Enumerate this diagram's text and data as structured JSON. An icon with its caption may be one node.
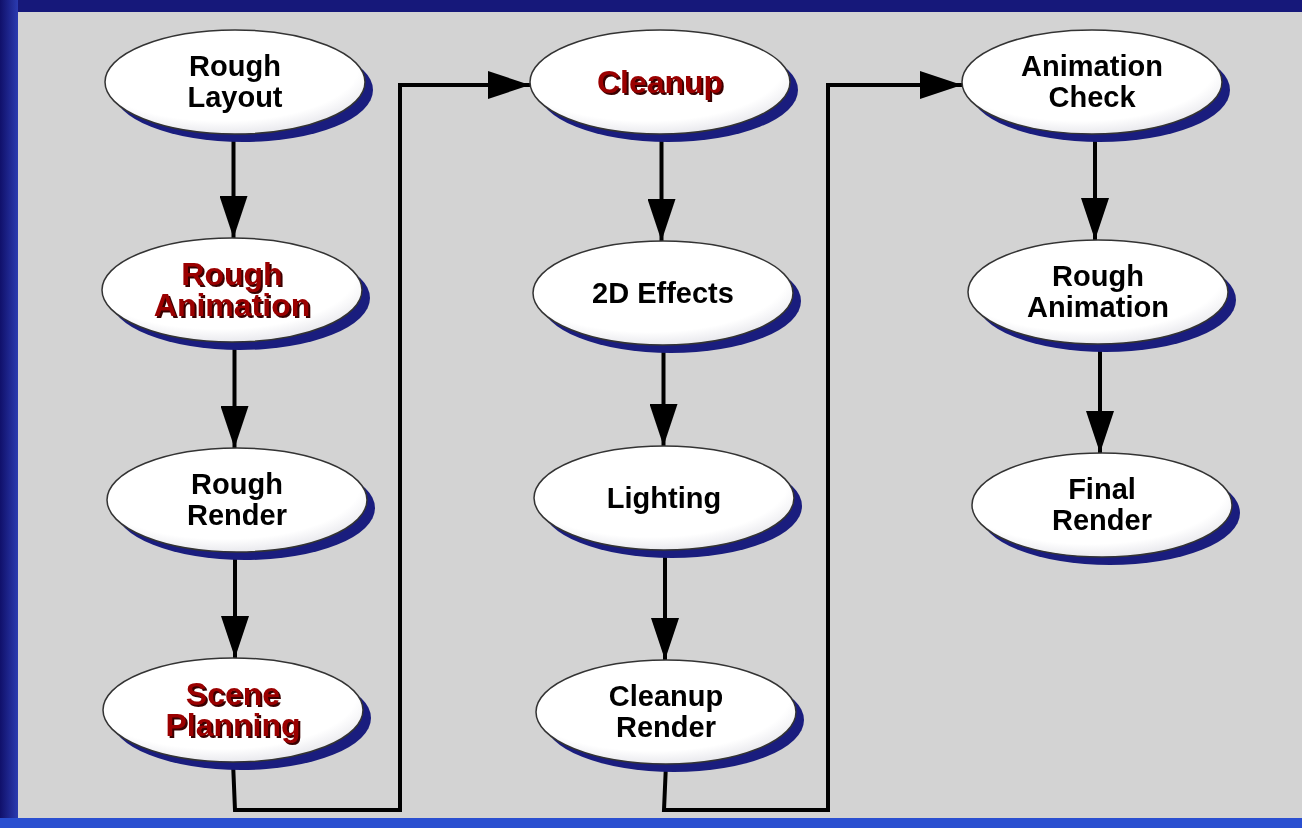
{
  "diagram": {
    "nodes": [
      {
        "text": [
          "Rough Layout"
        ]
      },
      {
        "text": [
          "Rough Animation"
        ]
      },
      {
        "text": [
          "Rough Render"
        ]
      },
      {
        "text": [
          "Scene Planning"
        ]
      },
      {
        "text": [
          "Cleanup"
        ]
      },
      {
        "text": [
          "2D Effects"
        ]
      },
      {
        "text": [
          "Lighting"
        ]
      },
      {
        "text": [
          "Cleanup Render"
        ]
      },
      {
        "text": [
          "Animation Check"
        ]
      },
      {
        "text": [
          "Rough Animation"
        ]
      },
      {
        "text": [
          "Final Render"
        ]
      }
    ],
    "edges": [
      {
        "from": 0,
        "to": 1,
        "arrow": "to"
      },
      {
        "from": 1,
        "to": 2,
        "arrow": "to"
      },
      {
        "from": 2,
        "to": 3,
        "arrow": "to"
      },
      {
        "from": 3,
        "to": 4,
        "arrow": "to"
      },
      {
        "from": 4,
        "to": 5,
        "arrow": "to"
      },
      {
        "from": 5,
        "to": 6,
        "arrow": "to"
      },
      {
        "from": 6,
        "to": 7,
        "arrow": "to"
      },
      {
        "from": 7,
        "to": 8,
        "arrow": "to"
      },
      {
        "from": 8,
        "to": 9,
        "arrow": "to"
      },
      {
        "from": 9,
        "to": 10,
        "arrow": "to"
      }
    ]
  }
}
